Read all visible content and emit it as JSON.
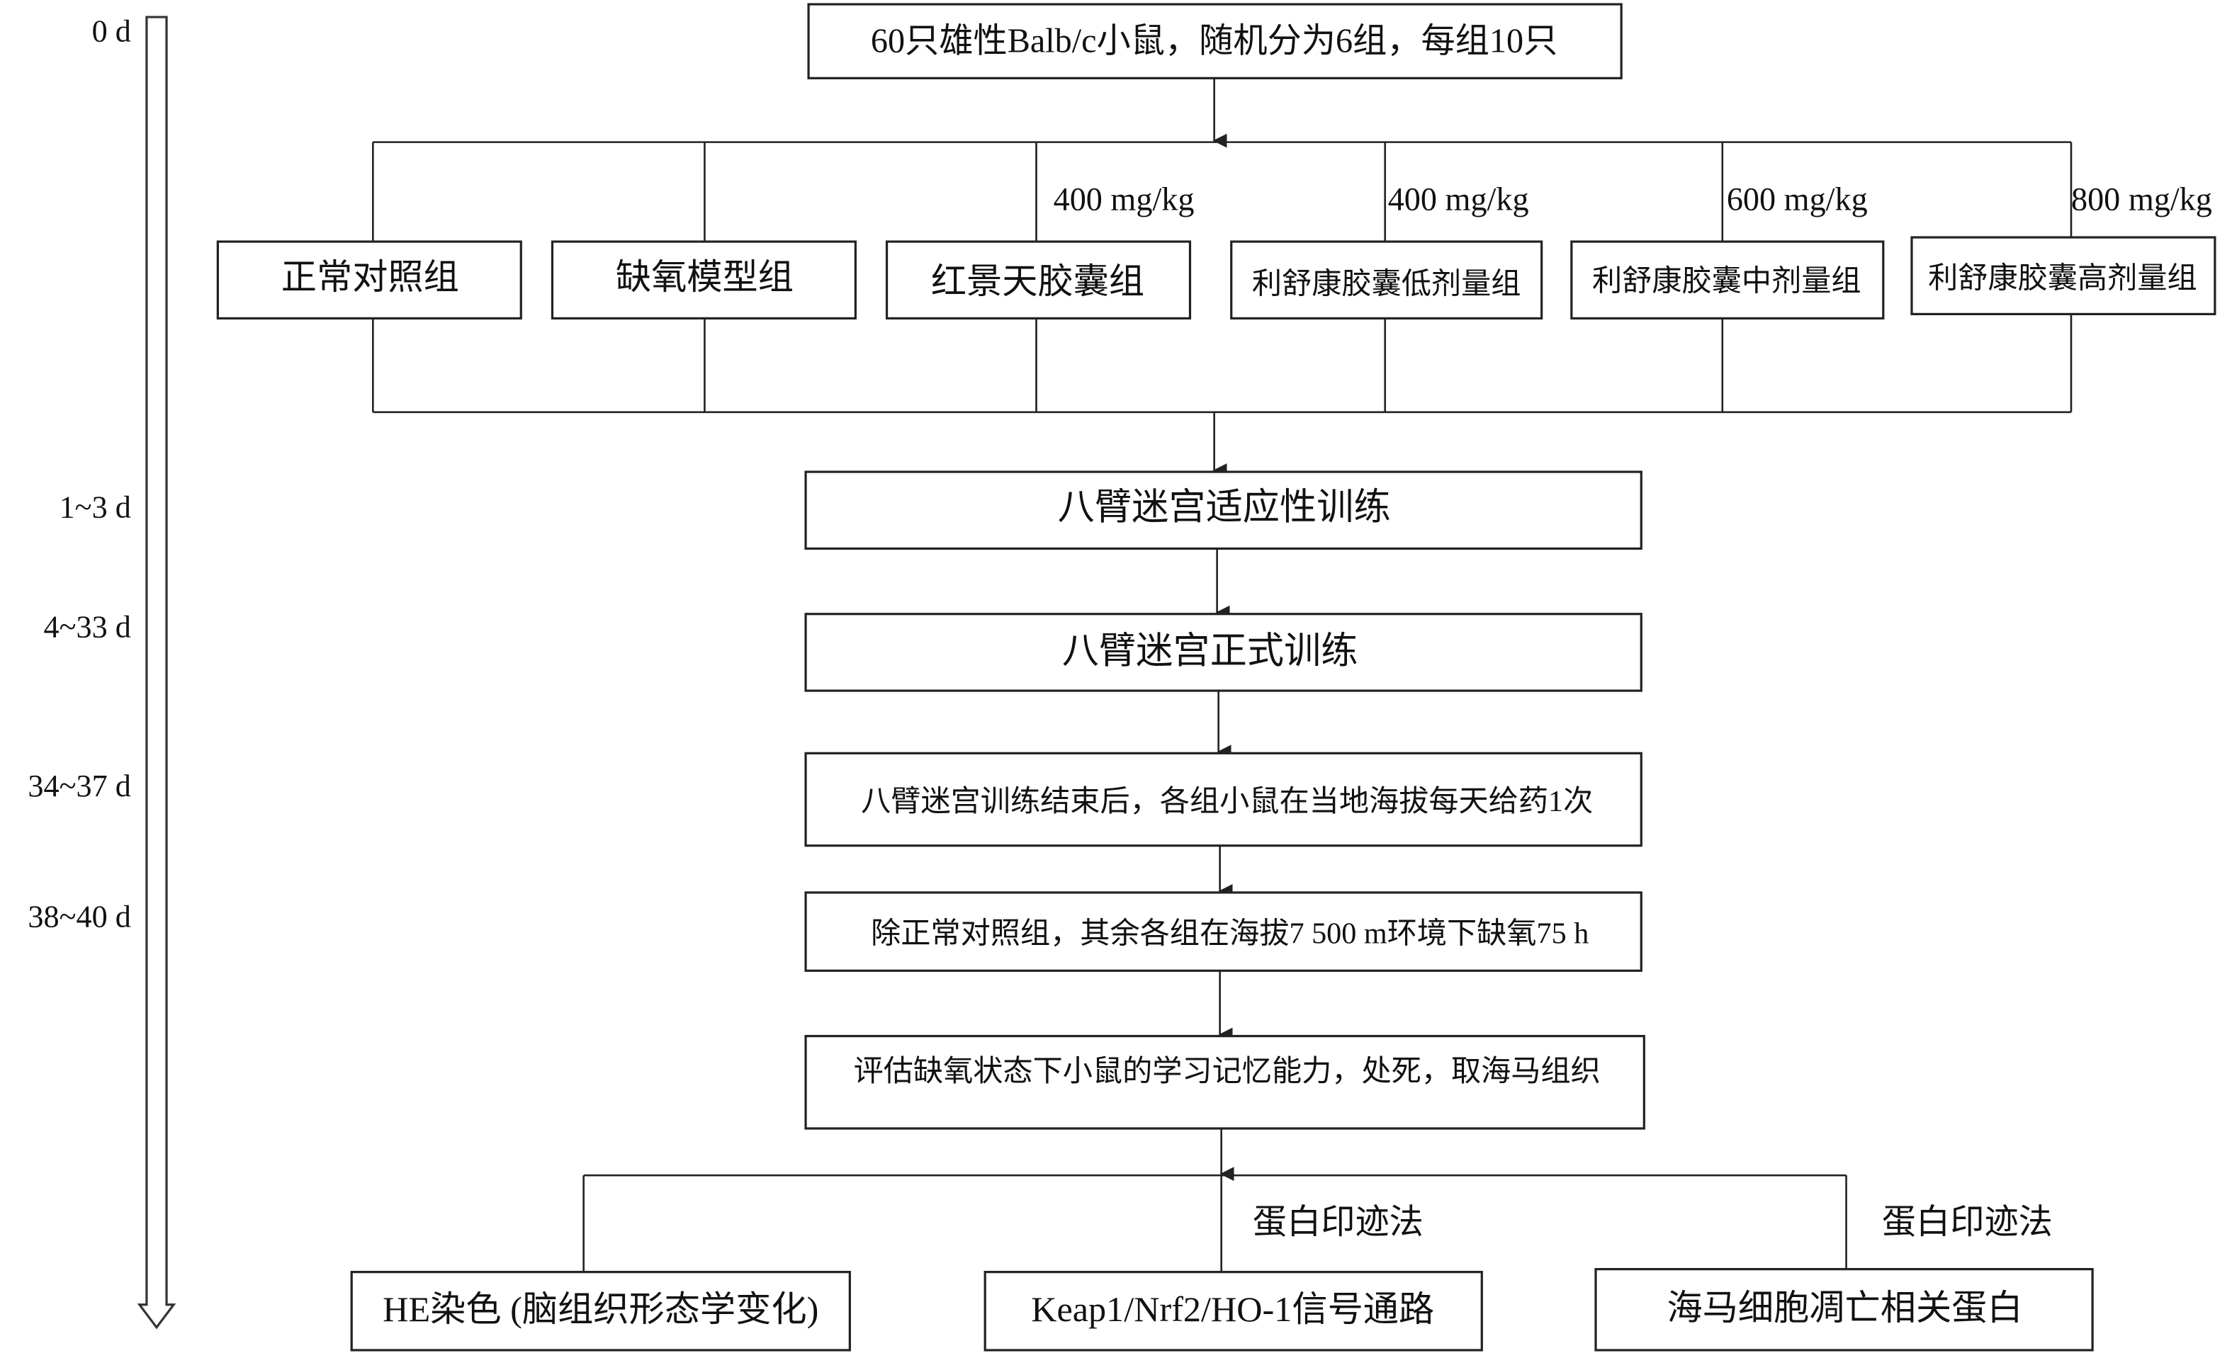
{
  "timeline": {
    "days": [
      "0 d",
      "1~3 d",
      "4~33 d",
      "34~37 d",
      "38~40 d"
    ]
  },
  "start_box": "60只雄性Balb/c小鼠，随机分为6组，每组10只",
  "groups": [
    {
      "label": "正常对照组",
      "dose": ""
    },
    {
      "label": "缺氧模型组",
      "dose": ""
    },
    {
      "label": "红景天胶囊组",
      "dose": "400 mg/kg"
    },
    {
      "label": "利舒康胶囊低剂量组",
      "dose": "400 mg/kg"
    },
    {
      "label": "利舒康胶囊中剂量组",
      "dose": "600 mg/kg"
    },
    {
      "label": "利舒康胶囊高剂量组",
      "dose": "800 mg/kg"
    }
  ],
  "steps": [
    "八臂迷宫适应性训练",
    "八臂迷宫正式训练",
    "八臂迷宫训练结束后，各组小鼠在当地海拔每天给药1次",
    "除正常对照组，其余各组在海拔7 500 m环境下缺氧75 h",
    "评估缺氧状态下小鼠的学习记忆能力，处死，取海马组织"
  ],
  "outcomes": [
    {
      "label": "HE染色 (脑组织形态学变化)",
      "method": ""
    },
    {
      "label": "Keap1/Nrf2/HO-1信号通路",
      "method": "蛋白印迹法"
    },
    {
      "label": "海马细胞凋亡相关蛋白",
      "method": "蛋白印迹法"
    }
  ]
}
